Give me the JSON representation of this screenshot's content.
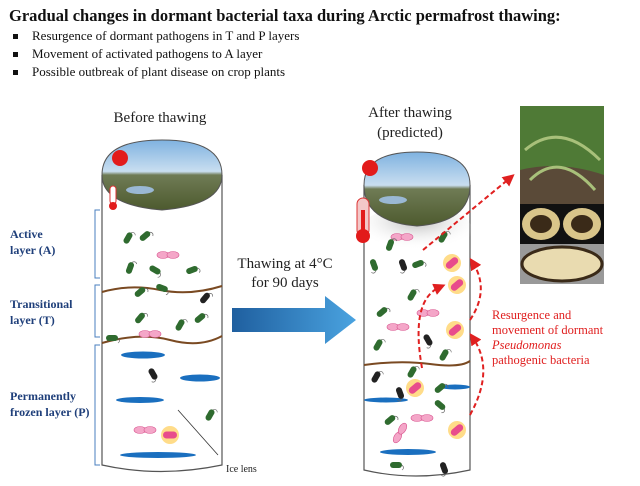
{
  "header": {
    "title": "Gradual changes in dormant bacterial taxa during Arctic permafrost thawing:",
    "bullets": [
      "Resurgence of dormant pathogens in T and P layers",
      "Movement of activated pathogens to A layer",
      "Possible outbreak of plant disease on crop plants"
    ]
  },
  "before": {
    "title": "Before thawing"
  },
  "after": {
    "title_line1": "After thawing",
    "title_line2": "(predicted)"
  },
  "layers": {
    "active_1": "Active",
    "active_2": "layer (A)",
    "transitional_1": "Transitional",
    "transitional_2": "layer (T)",
    "frozen_1": "Permanently",
    "frozen_2": "frozen layer (P)"
  },
  "arrow": {
    "line1": "Thawing at 4°C",
    "line2": "for 90 days"
  },
  "ice_lens_label": "Ice lens",
  "annotation": {
    "line1": "Resurgence and",
    "line2": "movement of dormant",
    "line3": "Pseudomonas",
    "line4": "pathogenic bacteria"
  },
  "colors": {
    "label_blue": "#1f3f7a",
    "red": "#e02020",
    "arrow_blue": "#3d8fd0",
    "ice": "#1a6fbf",
    "soil_line": "#7a4a22"
  }
}
